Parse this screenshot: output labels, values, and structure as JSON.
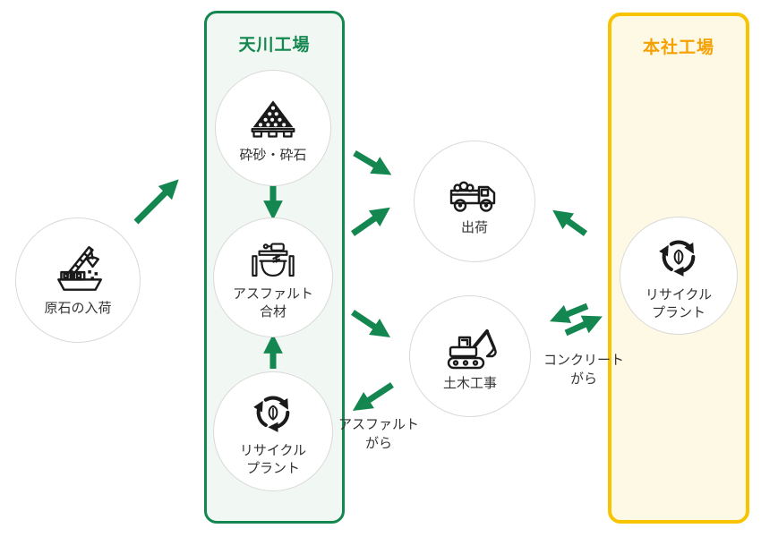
{
  "factories": {
    "amakawa": {
      "title": "天川工場"
    },
    "honsha": {
      "title": "本社工場"
    }
  },
  "nodes": {
    "raw_stone": {
      "label": "原石の入荷",
      "icon": "crane-ship-icon"
    },
    "crushed_stone": {
      "label": "砕砂・砕石",
      "icon": "gravel-pile-icon"
    },
    "asphalt_mix": {
      "label": "アスファルト\n合材",
      "icon": "asphalt-mixer-icon"
    },
    "recycle_amakawa": {
      "label": "リサイクル\nプラント",
      "icon": "recycle-icon"
    },
    "shipping": {
      "label": "出荷",
      "icon": "dump-truck-icon"
    },
    "civil_works": {
      "label": "土木工事",
      "icon": "excavator-icon"
    },
    "recycle_honsha": {
      "label": "リサイクル\nプラント",
      "icon": "recycle-icon"
    }
  },
  "annotations": {
    "asphalt_debris": "アスファルト\nがら",
    "concrete_debris": "コンクリート\nがら"
  },
  "edges": [
    {
      "from": "raw_stone",
      "to": "amakawa_factory"
    },
    {
      "from": "crushed_stone",
      "to": "shipping"
    },
    {
      "from": "crushed_stone",
      "to": "asphalt_mix"
    },
    {
      "from": "asphalt_mix",
      "to": "shipping"
    },
    {
      "from": "asphalt_mix",
      "to": "civil_works"
    },
    {
      "from": "recycle_amakawa",
      "to": "asphalt_mix"
    },
    {
      "from": "civil_works",
      "to": "recycle_amakawa",
      "label": "アスファルトがら"
    },
    {
      "from": "civil_works",
      "to": "recycle_honsha",
      "label": "コンクリートがら"
    },
    {
      "from": "recycle_honsha",
      "to": "civil_works"
    },
    {
      "from": "recycle_honsha",
      "to": "shipping"
    }
  ],
  "colors": {
    "green": "#148750",
    "green_bg": "#f1f7f3",
    "yellow": "#f8c400",
    "yellow_bg": "#fdf9e4",
    "orange": "#f5a000",
    "icon": "#1a1a1a",
    "label": "#333333",
    "circle_border": "#d9d9d9"
  }
}
